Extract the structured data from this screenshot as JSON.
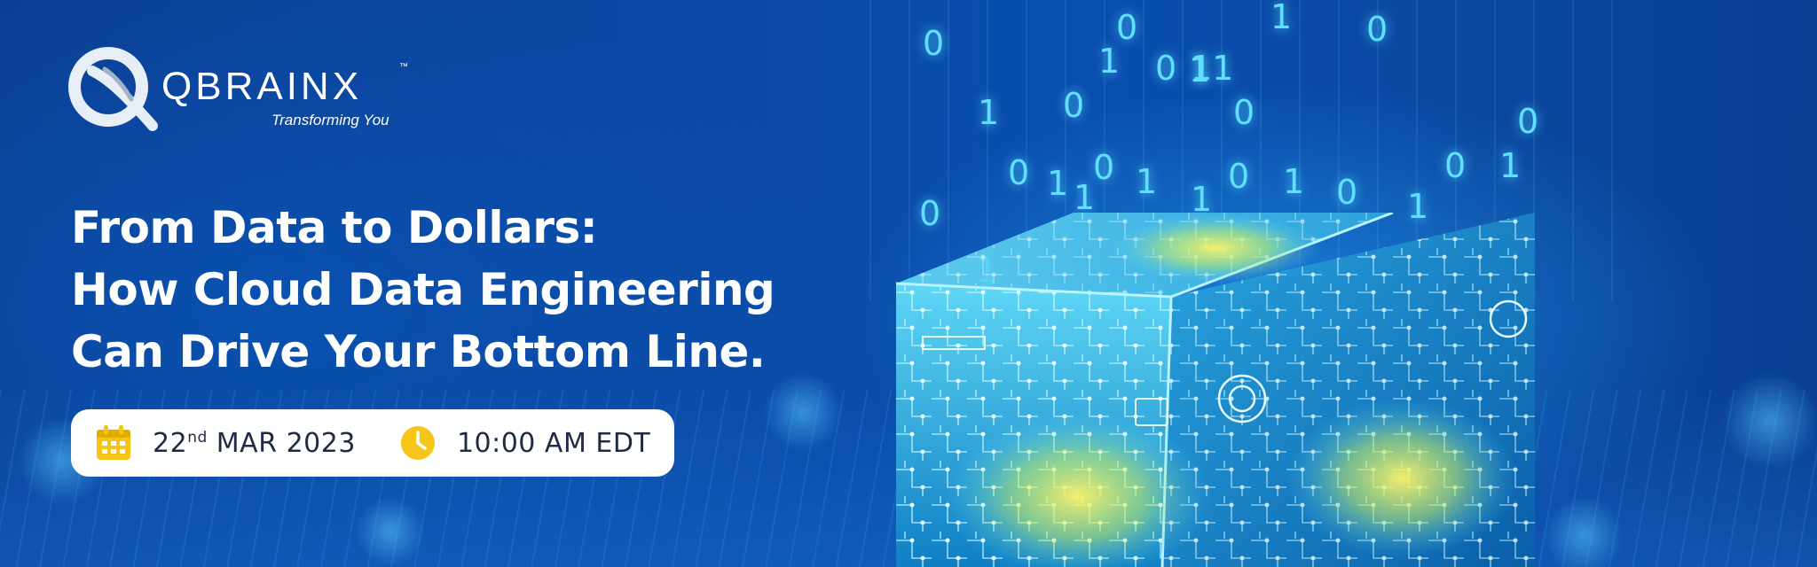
{
  "logo": {
    "wordmark": "QBRAINX",
    "trademark": "™",
    "tagline": "Transforming You"
  },
  "headline": {
    "line1": "From Data to Dollars:",
    "line2": "How Cloud Data Engineering",
    "line3": "Can Drive Your Bottom Line."
  },
  "event": {
    "day": "22",
    "day_suffix": "nd",
    "month_year": " MAR 2023",
    "time": "10:00 AM EDT",
    "calendar_icon": "calendar-icon",
    "clock_icon": "clock-icon"
  },
  "binary_digits": [
    "0",
    "0",
    "1",
    "0",
    "1",
    "0",
    "1",
    "0",
    "11",
    "0",
    "0",
    "1",
    "0",
    "1",
    "1",
    "0",
    "1",
    "1",
    "0",
    "1",
    "0",
    "1",
    "0",
    "1",
    "0",
    "1",
    "1"
  ],
  "colors": {
    "background": "#0c4aa6",
    "headline_text": "#ffffff",
    "pill_background": "#ffffff",
    "pill_text": "#1f2a44",
    "icon_yellow": "#f5c518",
    "digit_glow": "#5fe0ff"
  }
}
